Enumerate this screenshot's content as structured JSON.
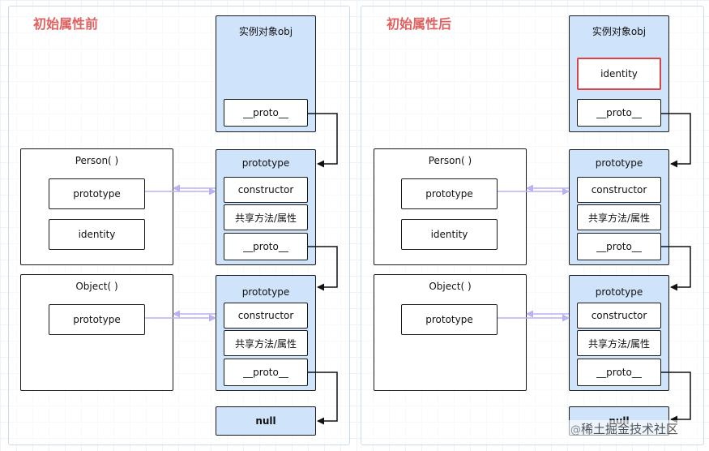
{
  "panels": [
    {
      "title": "初始属性前",
      "instance": {
        "title": "实例对象obj",
        "proto": "__proto__"
      },
      "person": {
        "title": "Person( )",
        "prototype": "prototype",
        "identity": "identity"
      },
      "person_proto": {
        "title": "prototype",
        "constructor": "constructor",
        "shared": "共享方法/属性",
        "proto": "__proto__"
      },
      "object": {
        "title": "Object( )",
        "prototype": "prototype"
      },
      "object_proto": {
        "title": "prototype",
        "constructor": "constructor",
        "shared": "共享方法/属性",
        "proto": "__proto__"
      },
      "null_label": "null"
    },
    {
      "title": "初始属性后",
      "instance": {
        "title": "实例对象obj",
        "identity": "identity",
        "proto": "__proto__"
      },
      "person": {
        "title": "Person( )",
        "prototype": "prototype",
        "identity": "identity"
      },
      "person_proto": {
        "title": "prototype",
        "constructor": "constructor",
        "shared": "共享方法/属性",
        "proto": "__proto__"
      },
      "object": {
        "title": "Object( )",
        "prototype": "prototype"
      },
      "object_proto": {
        "title": "prototype",
        "constructor": "constructor",
        "shared": "共享方法/属性",
        "proto": "__proto__"
      },
      "null_label": "null"
    }
  ],
  "watermark": {
    "at": "@",
    "text": "稀土掘金技术社区"
  },
  "colors": {
    "title": "#e06060",
    "node_fill": "#cfe3fb",
    "highlight_border": "#d9434a",
    "link": "#b8b2f0"
  }
}
